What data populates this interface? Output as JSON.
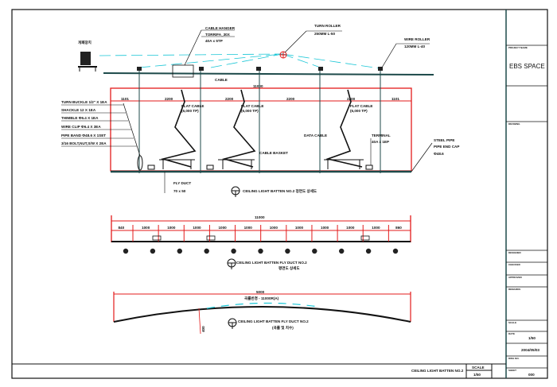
{
  "drawing": {
    "elevation": {
      "motor_label": "개폐장치",
      "cable_hanger": [
        "CABLE HANGER",
        "TORRIFA_30X",
        "40A x 5TP"
      ],
      "turn_roller": [
        "TURN ROLLER",
        "250MM L-50"
      ],
      "wire_roller": [
        "WIRE ROLLER",
        "120MM L-40"
      ],
      "wire_label": "CABLE",
      "overall_dim": "11000",
      "bay_dims": [
        "1101",
        "2200",
        "2200",
        "2200",
        "2200",
        "1101"
      ],
      "left_callouts": [
        "TURN BUCKLE 1/2\" X 1EA",
        "SHACKLE 12 X 1EA",
        "THIMBLE Φ6.4 X 1EA",
        "WIRE CLIP Φ6.4 X 3EA",
        "PIPE BAND Φ48.6 X 1SET",
        "3/16 BOLT,NUT,S/W X 2EA"
      ],
      "flat_cable": [
        "FLAT CABLE",
        "(6,000 TP)"
      ],
      "cable_basket": "CABLE BASKET",
      "data_cable": "DATA CABLE",
      "terminal": [
        "TERMINAL",
        "40A x 1EP"
      ],
      "steel_pipe": [
        "STEEL PIPE",
        "PIPE END CAP",
        "Φ48.6"
      ],
      "fly_duct": [
        "FLY DUCT",
        "70 x 50"
      ],
      "caption": "CEILING LIGHT BATTEN NO.2 정면도 상세도"
    },
    "plan": {
      "overall_dim": "11000",
      "segment_dims": [
        "840",
        "1000",
        "1000",
        "1000",
        "1000",
        "1000",
        "1000",
        "1000",
        "1000",
        "1000",
        "1000",
        "860"
      ],
      "circuit_count": 11,
      "caption": "CEILING LIGHT BATTEN FLY DUCT NO.2",
      "subcaption": "평면도 상세도"
    },
    "curve": {
      "dim_top": "5000",
      "dim_text": "곡률반경 - 11000R(A)",
      "side_dim": "400",
      "caption": "CEILING LIGHT BATTEN FLY DUCT NO.2",
      "subcaption": "(곡률 및 치수)"
    }
  },
  "title_block": {
    "project_header": "PROJECT NAME",
    "project_name": "EBS SPACE",
    "drawing_header": "DRAWING",
    "rows": [
      "DESIGNED",
      "CHECKED",
      "APPROVED",
      "REMARKS"
    ],
    "scale_label": "SCALE",
    "scale_value": "1/50",
    "date_label": "DATE",
    "date_value": "2004/05/03",
    "dwg_label": "DWG NO.",
    "sheet_label": "SHEET",
    "sheet_value": "000"
  },
  "footer": {
    "title": "CEILING LIGHT BATTEN NO.2",
    "scale_label": "SCALE",
    "scale_value": "1/50"
  },
  "colors": {
    "red": "#e31b1b",
    "cyan": "#19c6d6",
    "black": "#111111"
  }
}
